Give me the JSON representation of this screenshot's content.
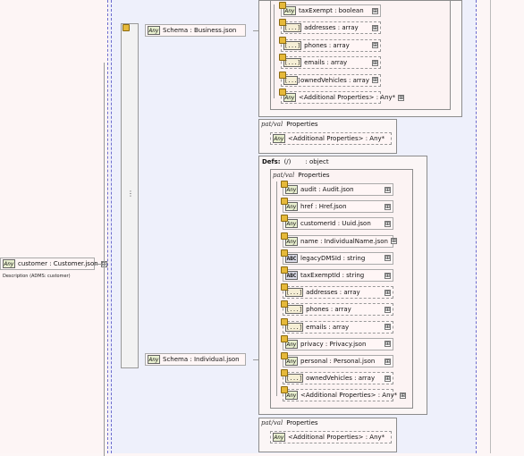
{
  "root": {
    "label": "customer : Customer.json",
    "description": "Description     (ADMS: customer)"
  },
  "icons": {
    "any": "Any",
    "array": "[...]",
    "abc": "ABC",
    "patternProperties": "pat/val"
  },
  "business": {
    "schema_label": "Schema : Business.json",
    "items": [
      {
        "label": "taxExempt : boolean",
        "icon": "any"
      },
      {
        "label": "addresses : array",
        "icon": "array"
      },
      {
        "label": "phones : array",
        "icon": "array"
      },
      {
        "label": "emails : array",
        "icon": "array"
      },
      {
        "label": "ownedVehicles : array",
        "icon": "array"
      },
      {
        "label": "<Additional Properties> : Any*",
        "icon": "any"
      }
    ],
    "after_props": {
      "header": "Properties",
      "item": "<Additional Properties> : Any*"
    }
  },
  "individual": {
    "defs_label": "Defs:",
    "defs_kind": "(/)",
    "defs_type": ": object",
    "props_header": "Properties",
    "items": [
      {
        "label": "audit      : Audit.json",
        "icon": "any"
      },
      {
        "label": "href        : Href.json",
        "icon": "any"
      },
      {
        "label": "customerId : Uuid.json",
        "icon": "any"
      },
      {
        "label": "name       : IndividualName.json",
        "icon": "any"
      },
      {
        "label": "legacyDMSId : string",
        "icon": "abc"
      },
      {
        "label": "taxExemptId : string",
        "icon": "abc"
      },
      {
        "label": "addresses : array",
        "icon": "array"
      },
      {
        "label": "phones   : array",
        "icon": "array"
      },
      {
        "label": "emails    : array",
        "icon": "array"
      },
      {
        "label": "privacy   : Privacy.json",
        "icon": "any"
      },
      {
        "label": "personal : Personal.json",
        "icon": "any"
      },
      {
        "label": "ownedVehicles : array",
        "icon": "array"
      },
      {
        "label": "<Additional Properties> : Any*",
        "icon": "any"
      }
    ],
    "schema_label": "Schema : Individual.json",
    "after_props": {
      "header": "Properties",
      "item": "<Additional Properties> : Any*"
    }
  },
  "symbols": {
    "expand": "⊞",
    "collapse": "⊟",
    "choice": "⋮"
  }
}
